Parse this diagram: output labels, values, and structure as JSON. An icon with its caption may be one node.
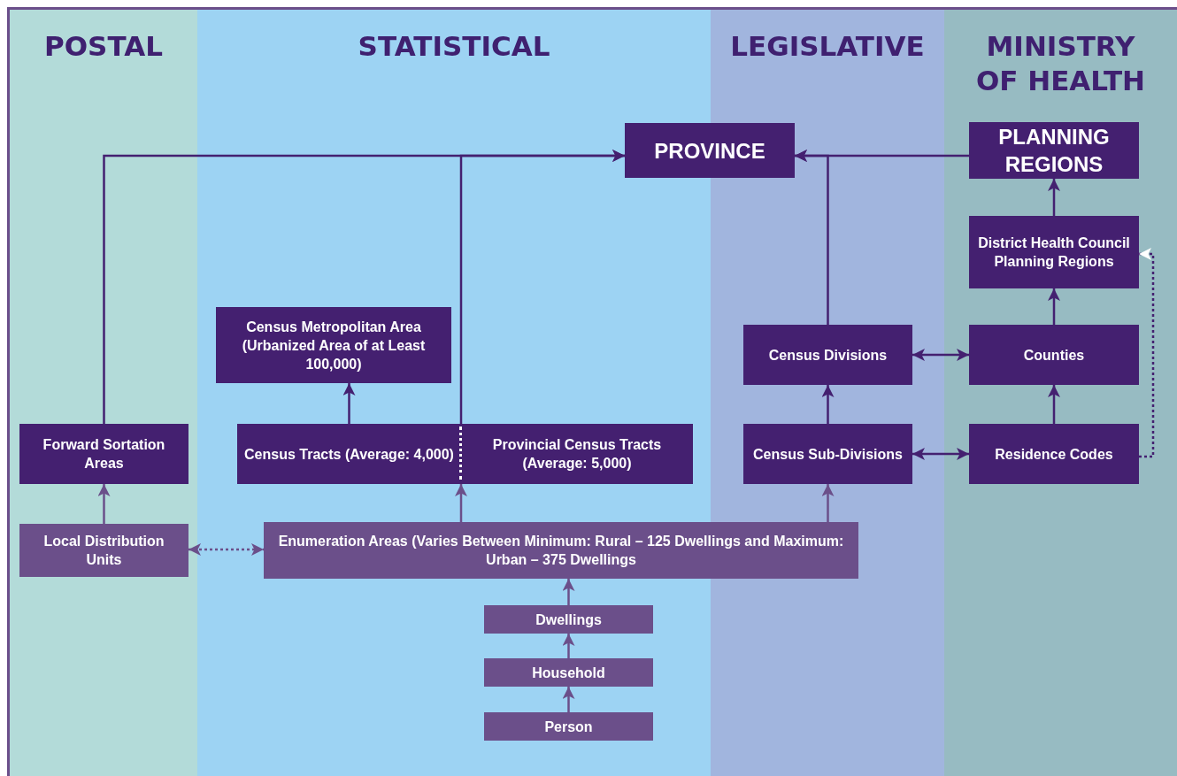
{
  "diagram": {
    "nodes": [
      {
        "text": [
          "POSTAL"
        ]
      },
      {
        "text": [
          "STATISTICAL"
        ]
      },
      {
        "text": [
          "LEGISLATIVE"
        ]
      },
      {
        "text": [
          "MINISTRY OF HEALTH"
        ]
      },
      {
        "text": [
          "PROVINCE"
        ]
      },
      {
        "text": [
          "PLANNING REGIONS"
        ],
        "in": 3
      },
      {
        "text": [
          "District Health Council Planning Regions"
        ],
        "in": 3
      },
      {
        "text": [
          "Census Metropolitan Area (Urbanized Area of at Least 100,000)"
        ],
        "in": 1
      },
      {
        "text": [
          "Census Divisions"
        ],
        "in": 2
      },
      {
        "text": [
          "Counties"
        ],
        "in": 3
      },
      {
        "text": [
          "Forward Sortation Areas"
        ],
        "in": 0
      },
      {
        "text": [
          "Census Tracts (Average: 4,000)"
        ],
        "in": 1
      },
      {
        "text": [
          "Provincial Census Tracts (Average: 5,000)"
        ],
        "in": 1
      },
      {
        "text": [
          "Census Sub-Divisions"
        ],
        "in": 2
      },
      {
        "text": [
          "Residence Codes"
        ],
        "in": 3
      },
      {
        "text": [
          "Local Distribution Units"
        ],
        "in": 0
      },
      {
        "text": [
          "Enumeration Areas (Varies Between Minimum: Rural – 125 Dwellings and Maximum: Urban – 375 Dwellings"
        ]
      },
      {
        "text": [
          "Dwellings"
        ],
        "in": 1
      },
      {
        "text": [
          "Household"
        ],
        "in": 1
      },
      {
        "text": [
          "Person"
        ],
        "in": 1
      }
    ],
    "edges": [
      {
        "from": 10,
        "to": 4,
        "arrow": "to"
      },
      {
        "from": 11,
        "to": 4,
        "arrow": "to"
      },
      {
        "from": 12,
        "to": 4,
        "arrow": "to"
      },
      {
        "from": 5,
        "to": 4,
        "arrow": "to"
      },
      {
        "from": 8,
        "to": 4,
        "arrow": "to"
      },
      {
        "from": 6,
        "to": 5,
        "arrow": "to"
      },
      {
        "from": 9,
        "to": 6,
        "arrow": "to"
      },
      {
        "from": 14,
        "to": 9,
        "arrow": "to"
      },
      {
        "from": 13,
        "to": 8,
        "arrow": "to"
      },
      {
        "from": 8,
        "to": 9,
        "arrow": "both"
      },
      {
        "from": 13,
        "to": 14,
        "arrow": "both"
      },
      {
        "from": 14,
        "to": 6,
        "arrow": "to",
        "style": "dashed"
      },
      {
        "from": 11,
        "to": 7,
        "arrow": "to"
      },
      {
        "from": 16,
        "to": 11,
        "arrow": "to",
        "color": "#6b4f8a"
      },
      {
        "from": 16,
        "to": 12,
        "arrow": "to",
        "color": "#6b4f8a"
      },
      {
        "from": 16,
        "to": 13,
        "arrow": "to",
        "color": "#6b4f8a"
      },
      {
        "from": 15,
        "to": 10,
        "arrow": "to",
        "color": "#6b4f8a"
      },
      {
        "from": 15,
        "to": 16,
        "arrow": "both",
        "style": "dashed",
        "color": "#6b4f8a"
      },
      {
        "from": 17,
        "to": 16,
        "arrow": "to",
        "color": "#6b4f8a"
      },
      {
        "from": 18,
        "to": 17,
        "arrow": "to",
        "color": "#6b4f8a"
      },
      {
        "from": 19,
        "to": 18,
        "arrow": "to",
        "color": "#6b4f8a"
      }
    ]
  }
}
